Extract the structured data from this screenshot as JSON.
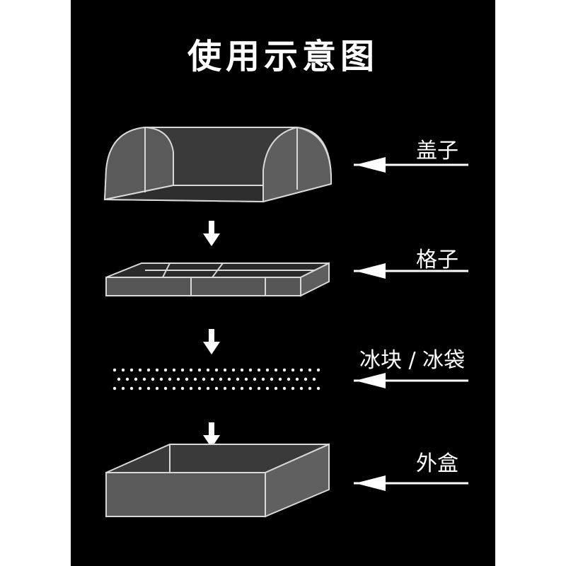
{
  "title": "使用示意图",
  "labels": {
    "lid": "盖子",
    "grid": "格子",
    "ice": "冰块 / 冰袋",
    "outer_box": "外盒"
  },
  "colors": {
    "background": "#000000",
    "page": "#ffffff",
    "stroke": "#d8d8d8",
    "fill": "#565656",
    "text": "#ffffff"
  }
}
